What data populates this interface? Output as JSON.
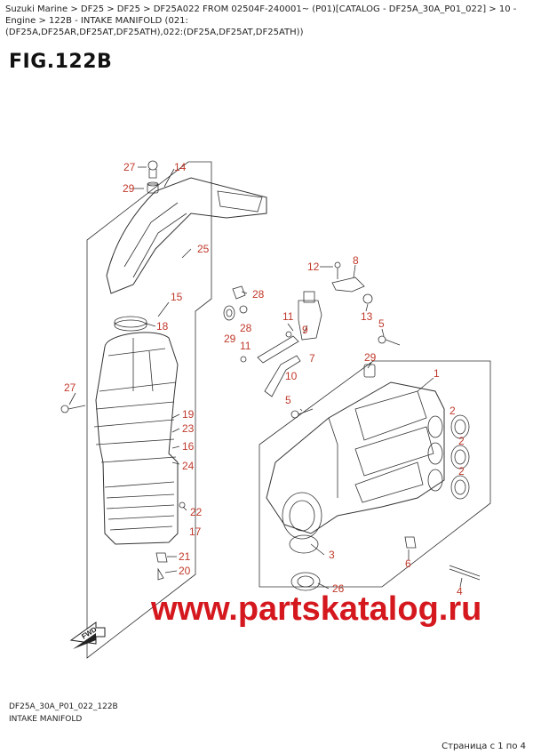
{
  "breadcrumb": {
    "line1": "Suzuki Marine > DF25 > DF25 > DF25A022 FROM 02504F-240001~ (P01)[CATALOG - DF25A_30A_P01_022] > 10 - Engine > 122B - INTAKE MANIFOLD (021:",
    "line2": "(DF25A,DF25AR,DF25AT,DF25ATH),022:(DF25A,DF25AT,DF25ATH))"
  },
  "figure_title": "FIG.122B",
  "callouts": {
    "n27a": "27",
    "n14": "14",
    "n29a": "29",
    "n25": "25",
    "n28a": "28",
    "n15": "15",
    "n18": "18",
    "n12": "12",
    "n8": "8",
    "n13": "13",
    "n11a": "11",
    "n9": "9",
    "n29b": "29",
    "n28b": "28",
    "n11b": "11",
    "n7": "7",
    "n10": "10",
    "n5a": "5",
    "n29c": "29",
    "n1": "1",
    "n27b": "27",
    "n19": "19",
    "n23": "23",
    "n16": "16",
    "n24": "24",
    "n5b": "5",
    "n2a": "2",
    "n2b": "2",
    "n2c": "2",
    "n22": "22",
    "n17": "17",
    "n3": "3",
    "n21": "21",
    "n20": "20",
    "n6": "6",
    "n26": "26",
    "n4": "4"
  },
  "fwd_label": "FWD",
  "watermark": "www.partskatalog.ru",
  "footer": {
    "code": "DF25A_30A_P01_022_122B",
    "name": "INTAKE MANIFOLD"
  },
  "page_info": "Страница с 1 по 4",
  "colors": {
    "callout": "#c0392b",
    "watermark": "#d4181e",
    "line": "#333333"
  }
}
